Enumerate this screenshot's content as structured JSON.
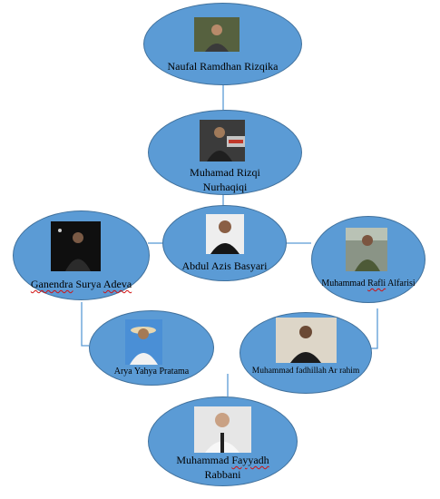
{
  "colors": {
    "node_fill": "#5b9bd5",
    "node_border": "#41719c",
    "connector": "#5b9bd5",
    "spellcheck": "#d01010"
  },
  "nodes": {
    "naufal": {
      "name": "Naufal Ramdhan Rizqika",
      "icon": "person-photo"
    },
    "muhamad_rizqi": {
      "line1": "Muhamad Rizqi",
      "line2": "Nurhaqiqi",
      "icon": "person-photo"
    },
    "abdul": {
      "name": "Abdul Azis Basyari",
      "icon": "person-photo"
    },
    "ganendra": {
      "first": "Ganendra",
      "middle": " Surya ",
      "last": "Adeva",
      "icon": "person-photo"
    },
    "rafli": {
      "first": "Muhammad ",
      "middle": "Rafli",
      "last": " Alfarisi",
      "icon": "person-photo"
    },
    "arya": {
      "name": "Arya Yahya Pratama",
      "icon": "person-photo"
    },
    "fadhillah": {
      "name": "Muhammad fadhillah Ar rahim",
      "icon": "person-photo"
    },
    "fayyadh": {
      "first": "Muhammad ",
      "middle": "Fayyadh",
      "line2": "Rabbani",
      "icon": "person-photo"
    }
  }
}
